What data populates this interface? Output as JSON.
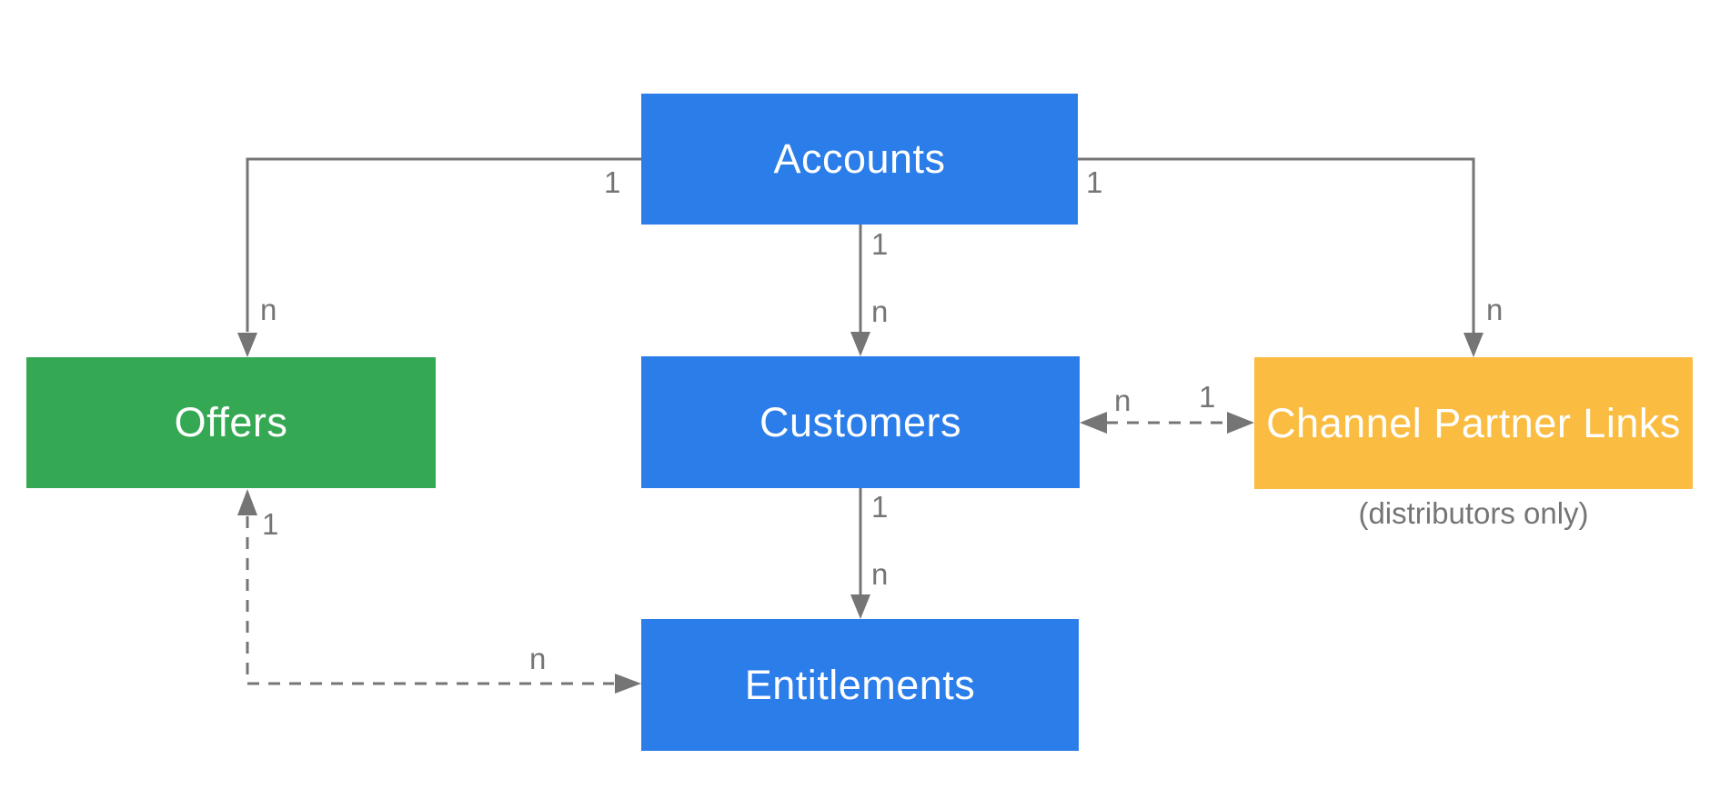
{
  "diagram": {
    "type": "entity-relationship",
    "background": "#ffffff",
    "palette": {
      "entity_blue": "#2b7de9",
      "offers_green": "#34a853",
      "partner_orange": "#fbbc42",
      "connector_gray": "#757575",
      "box_text": "#ffffff"
    },
    "boxes": {
      "accounts": {
        "label": "Accounts",
        "color": "#2b7de9"
      },
      "offers": {
        "label": "Offers",
        "color": "#34a853"
      },
      "customers": {
        "label": "Customers",
        "color": "#2b7de9"
      },
      "channel_partner_links": {
        "label": "Channel Partner Links",
        "color": "#fbbc42",
        "note": "(distributors only)"
      },
      "entitlements": {
        "label": "Entitlements",
        "color": "#2b7de9"
      }
    },
    "edges": {
      "accounts_to_offers": {
        "from": "Accounts",
        "to": "Offers",
        "from_label": "1",
        "to_label": "n",
        "line": "solid",
        "arrows": "to"
      },
      "accounts_to_customers": {
        "from": "Accounts",
        "to": "Customers",
        "from_label": "1",
        "to_label": "n",
        "line": "solid",
        "arrows": "to"
      },
      "accounts_to_channel_partner_links": {
        "from": "Accounts",
        "to": "Channel Partner Links",
        "from_label": "1",
        "to_label": "n",
        "line": "solid",
        "arrows": "to"
      },
      "customers_to_channel_partner_links": {
        "from": "Customers",
        "to": "Channel Partner Links",
        "from_label": "n",
        "to_label": "1",
        "line": "dashed",
        "arrows": "both"
      },
      "customers_to_entitlements": {
        "from": "Customers",
        "to": "Entitlements",
        "from_label": "1",
        "to_label": "n",
        "line": "solid",
        "arrows": "to"
      },
      "offers_to_entitlements": {
        "from": "Offers",
        "to": "Entitlements",
        "from_label": "1",
        "to_label": "n",
        "line": "dashed",
        "arrows": "both"
      }
    }
  }
}
